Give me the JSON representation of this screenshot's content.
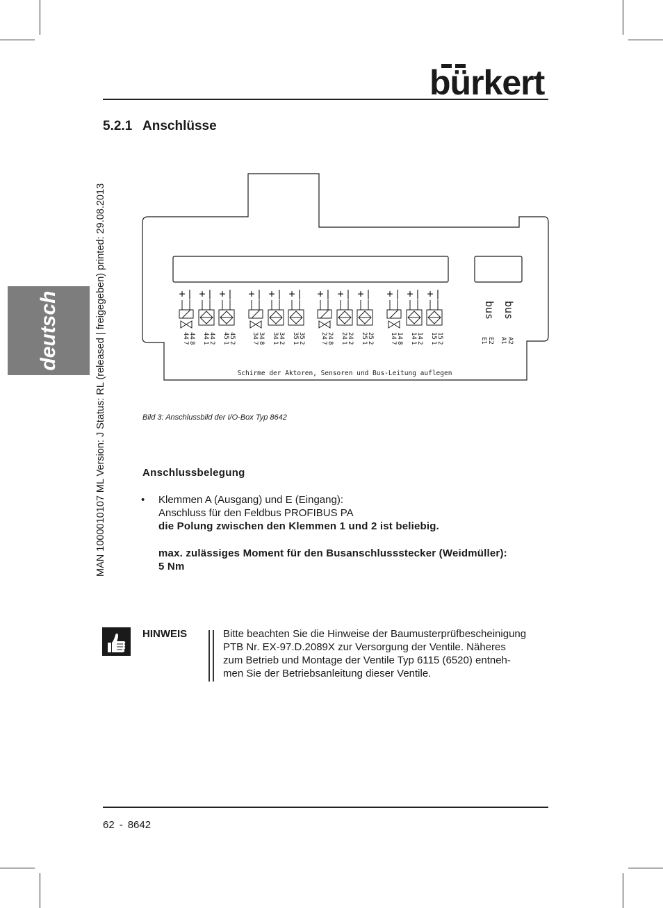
{
  "brand": {
    "name": "bürkert"
  },
  "section": {
    "number": "5.2.1",
    "title": "Anschlüsse"
  },
  "side_tab": {
    "label": "deutsch"
  },
  "vertical_meta": "MAN  1000010107  ML  Version: J  Status: RL (released | freigegeben)  printed: 29.08.2013",
  "diagram": {
    "terminal_groups": [
      {
        "labels": [
          "44",
          "44",
          "45"
        ],
        "subs": [
          "7",
          "1",
          "1"
        ],
        "subs2": [
          "8",
          "2",
          "2"
        ]
      },
      {
        "labels": [
          "34",
          "34",
          "35"
        ],
        "subs": [
          "7",
          "1",
          "1"
        ],
        "subs2": [
          "8",
          "2",
          "2"
        ]
      },
      {
        "labels": [
          "24",
          "24",
          "25"
        ],
        "subs": [
          "7",
          "1",
          "1"
        ],
        "subs2": [
          "8",
          "2",
          "2"
        ]
      },
      {
        "labels": [
          "14",
          "14",
          "15"
        ],
        "subs": [
          "7",
          "1",
          "1"
        ],
        "subs2": [
          "8",
          "2",
          "2"
        ]
      }
    ],
    "bus_label": "bus",
    "bus_terminals_left": [
      "E1",
      "E2"
    ],
    "bus_terminals_right": [
      "A1",
      "A2"
    ],
    "plus_sign": "+",
    "minus_sign": "|",
    "bottom_note": "Schirme der Aktoren, Sensoren und Bus-Leitung auflegen"
  },
  "caption": "Bild 3: Anschlussbild der I/O-Box Typ 8642",
  "subheading": "Anschlussbelegung",
  "bullet_symbol": "•",
  "bullet_lines": [
    "Klemmen A (Ausgang) und E (Eingang):",
    "Anschluss  für  den  Feldbus  PROFIBUS  PA"
  ],
  "bold_lines": [
    "die  Polung  zwischen  den  Klemmen  1  und  2  ist  beliebig.",
    "max.  zulässiges  Moment  für  den  Busanschlussstecker  (Weidmüller):",
    "5 Nm"
  ],
  "note": {
    "label": "HINWEIS",
    "lines": [
      "Bitte beachten Sie die Hinweise der Baumusterprüfbescheinigung",
      "PTB Nr. EX-97.D.2089X zur Versorgung der Ventile. Näheres",
      "zum Betrieb und Montage der Ventile Typ 6115 (6520) entneh-",
      "men Sie der Betriebsanleitung dieser Ventile."
    ]
  },
  "footer": {
    "page": "62",
    "separator": "-",
    "doc": "8642"
  }
}
